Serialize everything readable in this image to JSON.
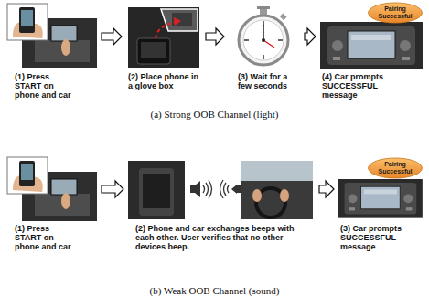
{
  "diagram": {
    "nodes": [
      {
        "text": [
          "(1) Press START on phone and car"
        ]
      },
      {
        "text": [
          "(2) Place phone in a glove box"
        ]
      },
      {
        "text": [
          "(3) Wait for a few seconds"
        ]
      },
      {
        "text": [
          "(4) Car prompts SUCCESSFUL message"
        ]
      },
      {
        "text": [
          "Pairing Successful"
        ],
        "in": 3
      },
      {
        "text": [
          "(1) Press START on phone and car"
        ]
      },
      {
        "text": [
          "(2) Phone and car exchanges beeps with each other. User verifies that no other devices beep."
        ]
      },
      {
        "text": [
          "(3) Car prompts SUCCESSFUL message"
        ]
      },
      {
        "text": [
          "Pairing Successful"
        ],
        "in": 7
      }
    ],
    "edges": [
      {
        "from": 0,
        "to": 1,
        "arrow": "to"
      },
      {
        "from": 1,
        "to": 2,
        "arrow": "to"
      },
      {
        "from": 2,
        "to": 3,
        "arrow": "to"
      },
      {
        "from": 5,
        "to": 6,
        "arrow": "to"
      },
      {
        "from": 6,
        "to": 7,
        "arrow": "to"
      }
    ],
    "labels": [
      "(a) Strong OOB Channel (light)",
      "(b) Weak OOB Channel (sound)"
    ]
  }
}
